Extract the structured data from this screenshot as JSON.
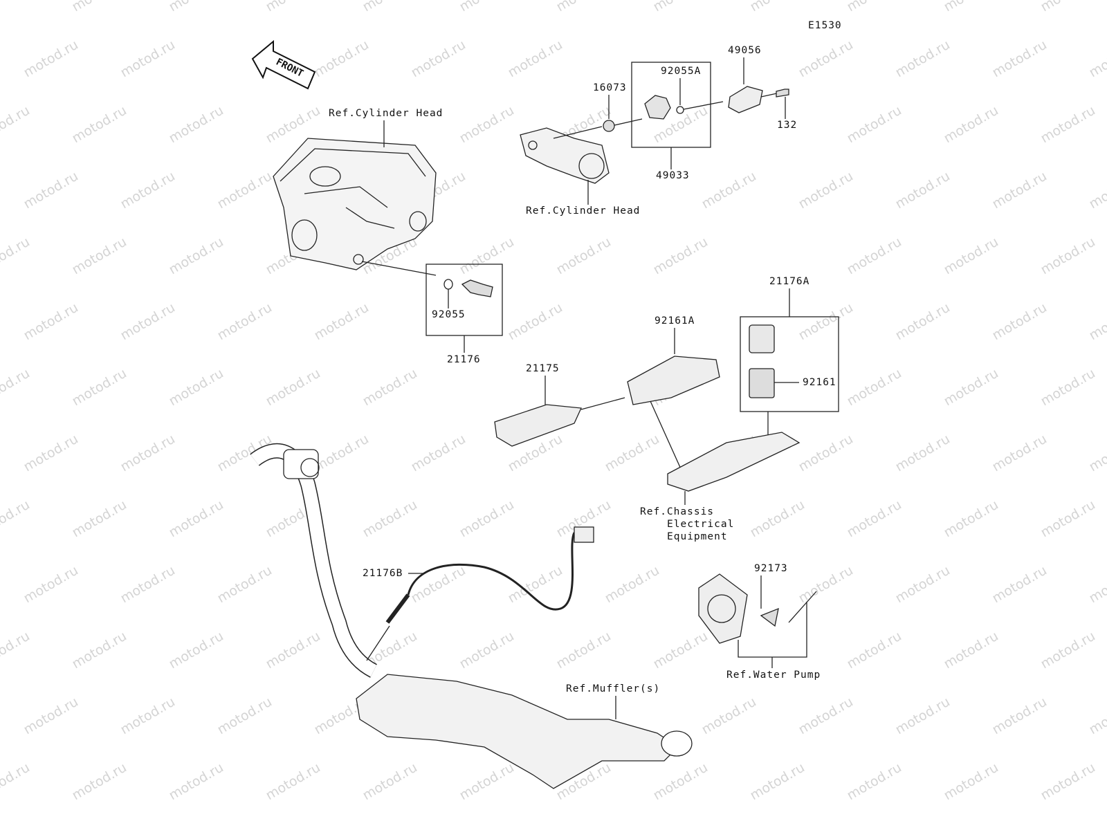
{
  "diagram_code": "E1530",
  "watermark": "motod.ru",
  "front_arrow": "FRONT",
  "labels": {
    "ref_cylinder_head_1": "Ref.Cylinder Head",
    "p16073": "16073",
    "p92055A": "92055A",
    "p49056": "49056",
    "p132": "132",
    "p49033": "49033",
    "ref_cylinder_head_2": "Ref.Cylinder Head",
    "p92055": "92055",
    "p21176": "21176",
    "p21176A": "21176A",
    "p92161A": "92161A",
    "p21175": "21175",
    "p92161": "92161",
    "ref_chassis_1": "Ref.Chassis",
    "ref_chassis_2": "Electrical",
    "ref_chassis_3": "Equipment",
    "p21176B": "21176B",
    "p92173": "92173",
    "ref_water_pump": "Ref.Water Pump",
    "ref_mufflers": "Ref.Muffler(s)"
  }
}
